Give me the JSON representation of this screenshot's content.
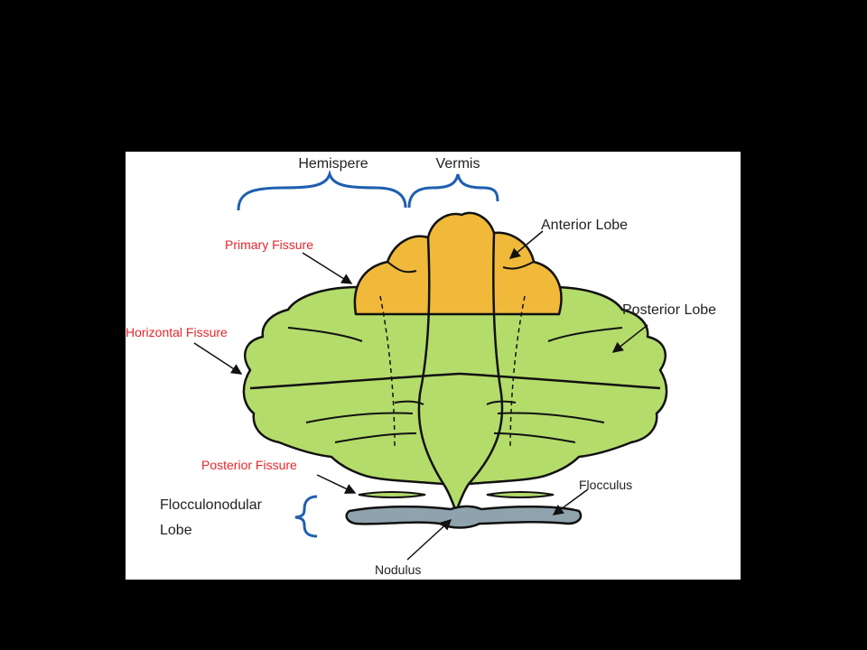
{
  "colors": {
    "background": "#000000",
    "panel": "#ffffff",
    "anterior_lobe_fill": "#f0b93a",
    "posterior_lobe_fill": "#b4dc6a",
    "flocculonodular_fill": "#8fa3ad",
    "outline": "#111111",
    "brace": "#1f5fae",
    "fissure_label": "#e8262b",
    "structure_label": "#222222"
  },
  "labels": {
    "hemisphere": "Hemispere",
    "vermis": "Vermis",
    "anterior_lobe": "Anterior Lobe",
    "posterior_lobe": "Posterior Lobe",
    "primary_fissure": "Primary Fissure",
    "horizontal_fissure": "Horizontal Fissure",
    "posterior_fissure": "Posterior Fissure",
    "flocculonodular_line1": "Flocculonodular",
    "flocculonodular_line2": "Lobe",
    "flocculus": "Flocculus",
    "nodulus": "Nodulus"
  }
}
